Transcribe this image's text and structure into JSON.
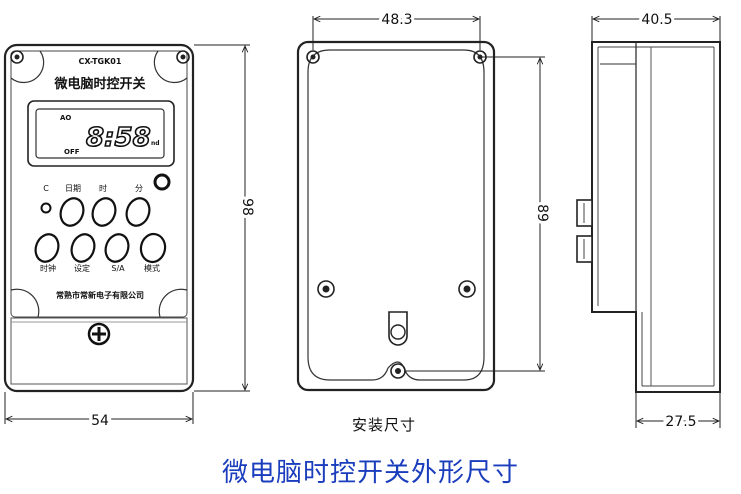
{
  "front_view": {
    "model": "CX-TGK01",
    "name": "微电脑时控开关",
    "lcd_auto": "AO",
    "lcd_time": "8:58",
    "lcd_off": "OFF",
    "lcd_suffix": "nd",
    "top_labels": [
      "C",
      "日期",
      "时",
      "分"
    ],
    "bottom_labels": [
      "时钟",
      "设定",
      "S/A",
      "模式"
    ],
    "company": "常熟市常新电子有限公司",
    "width_dim": "54",
    "height_dim": "98"
  },
  "back_view": {
    "top_dim": "48.3",
    "side_dim": "89",
    "label": "安装尺寸"
  },
  "side_view": {
    "top_dim": "40.5",
    "bottom_dim": "27.5"
  },
  "caption": "微电脑时控开关外形尺寸"
}
